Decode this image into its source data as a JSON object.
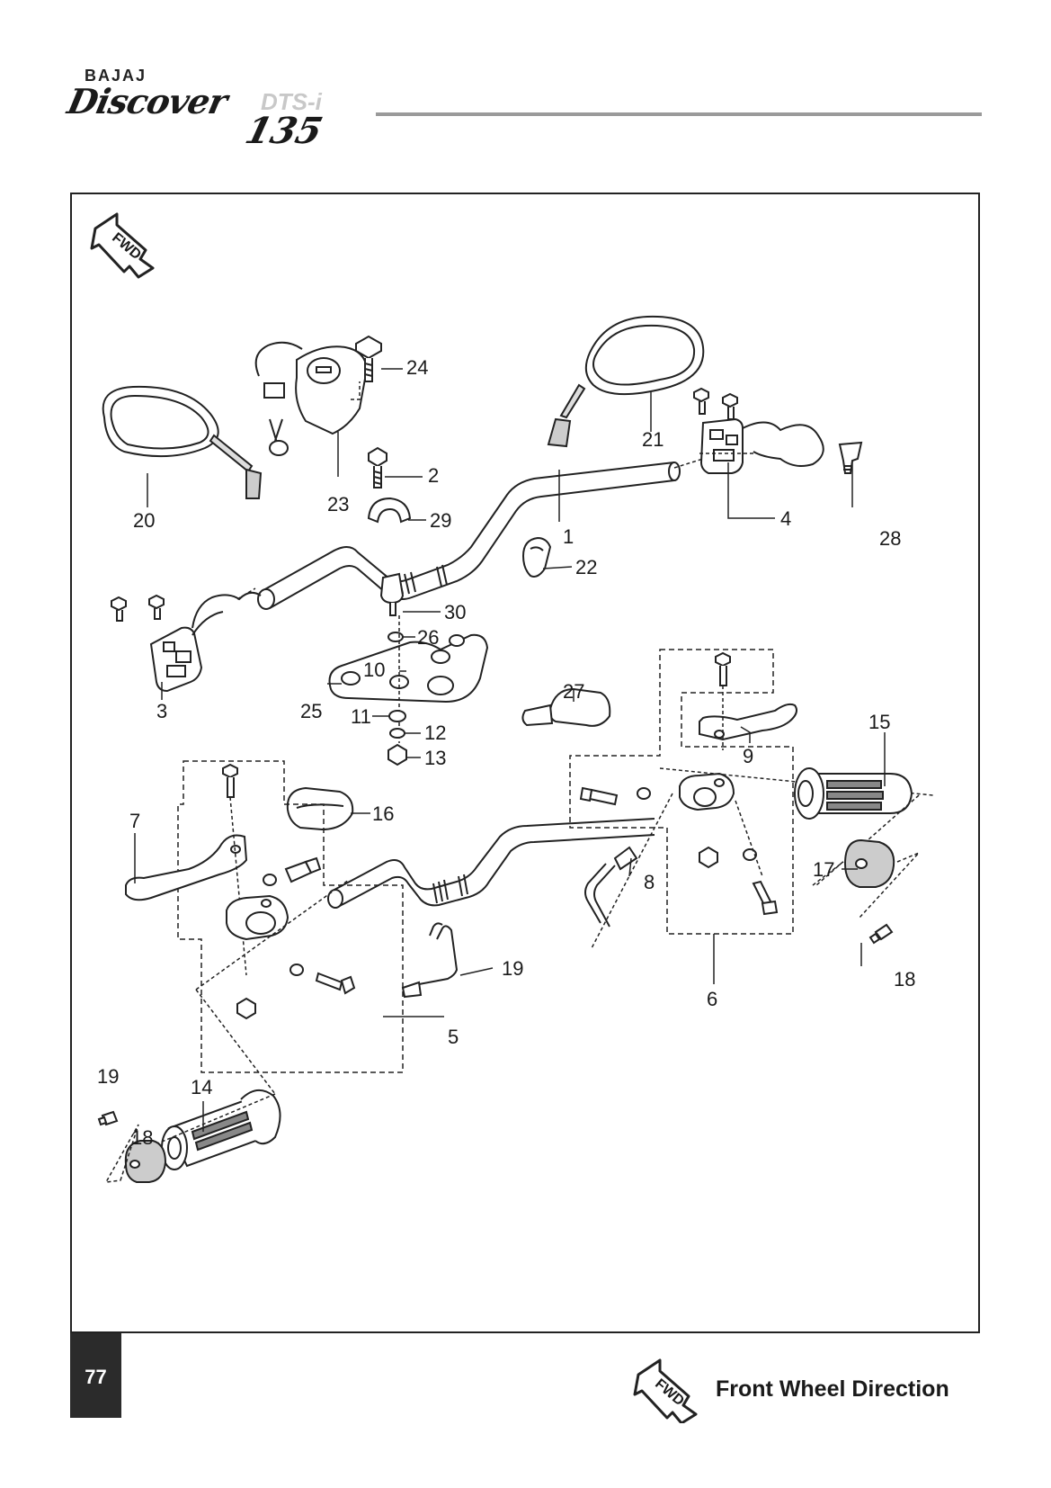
{
  "brand": {
    "maker": "BAJAJ",
    "model": "Discover",
    "variant": "DTS-i",
    "number": "135"
  },
  "fwd_badge": "FWD",
  "callouts": {
    "c1": "1",
    "c2": "2",
    "c3": "3",
    "c4": "4",
    "c5": "5",
    "c6": "6",
    "c7": "7",
    "c8": "8",
    "c9": "9",
    "c10": "10",
    "c11": "11",
    "c12": "12",
    "c13": "13",
    "c14": "14",
    "c15": "15",
    "c16": "16",
    "c17": "17",
    "c18": "18",
    "c19": "19",
    "c20": "20",
    "c21": "21",
    "c22": "22",
    "c23": "23",
    "c24": "24",
    "c25": "25",
    "c26": "26",
    "c27": "27",
    "c28": "28",
    "c29": "29",
    "c30": "30"
  },
  "footer": {
    "page_number": "77",
    "legend_text": "Front Wheel Direction"
  }
}
